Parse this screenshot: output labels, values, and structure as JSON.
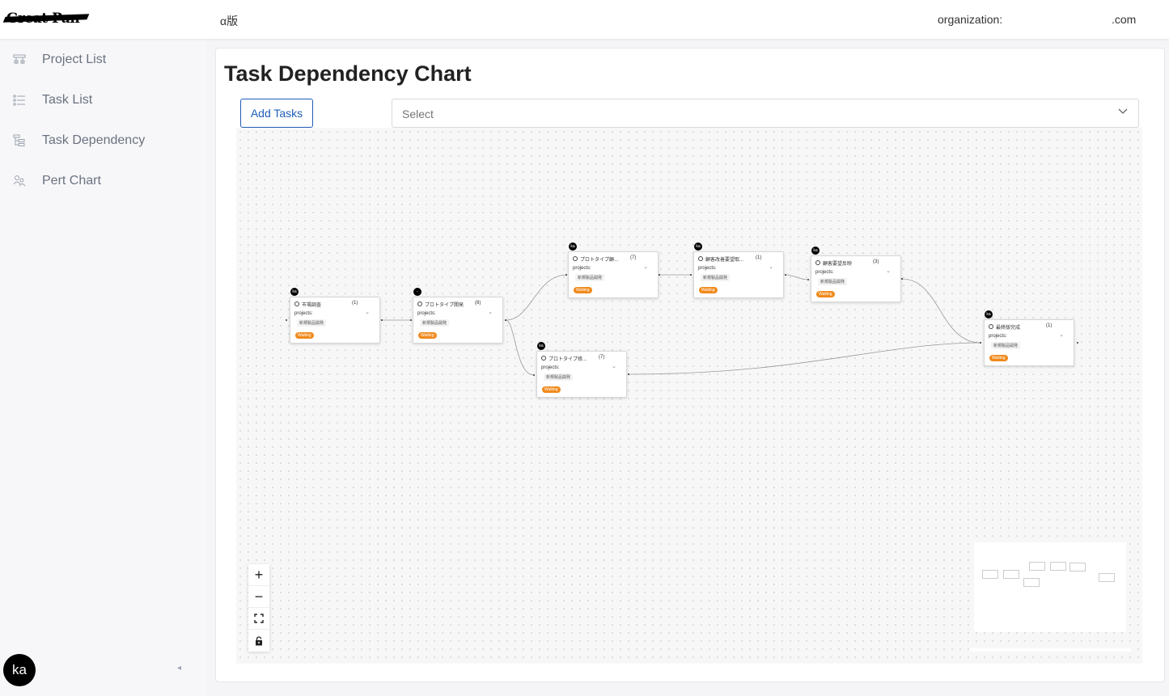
{
  "header": {
    "logo_text": "Great Pan",
    "version_label": "α版",
    "organization_label": "organization:",
    "organization_domain": ".com"
  },
  "sidebar": {
    "items": [
      {
        "label": "Project List",
        "icon": "hierarchy-icon"
      },
      {
        "label": "Task List",
        "icon": "list-icon"
      },
      {
        "label": "Task Dependency",
        "icon": "tree-icon"
      },
      {
        "label": "Pert Chart",
        "icon": "people-icon"
      }
    ],
    "avatar": "ka",
    "collapse_icon": "◂"
  },
  "main": {
    "title": "Task Dependency Chart",
    "add_button": "Add Tasks",
    "select_placeholder": "Select"
  },
  "nodes": [
    {
      "name": "市場調査",
      "count": "(1)",
      "projects_label": "projects:",
      "project": "新規製品開発",
      "status": "Waiting",
      "owner": "ka"
    },
    {
      "name": "プロトタイプ開発",
      "count": "(8)",
      "projects_label": "projects:",
      "project": "新規製品開発",
      "status": "Waiting",
      "owner": "-"
    },
    {
      "name": "プロトタイプ顧...",
      "count": "(7)",
      "projects_label": "projects:",
      "project": "新規製品開発",
      "status": "Waiting",
      "owner": "ka"
    },
    {
      "name": "顧客改善要望取...",
      "count": "(1)",
      "projects_label": "projects:",
      "project": "新規製品開発",
      "status": "Waiting",
      "owner": "ka"
    },
    {
      "name": "顧客要望反映",
      "count": "(3)",
      "projects_label": "projects:",
      "project": "新規製品開発",
      "status": "Waiting",
      "owner": "ka"
    },
    {
      "name": "プロトタイプ修...",
      "count": "(7)",
      "projects_label": "projects:",
      "project": "新規製品開発",
      "status": "Waiting",
      "owner": "ka"
    },
    {
      "name": "最終版完成",
      "count": "(1)",
      "projects_label": "projects:",
      "project": "新規製品開発",
      "status": "Waiting",
      "owner": "ka"
    }
  ],
  "controls": {
    "zoom_in": "+",
    "zoom_out": "−"
  },
  "colors": {
    "accent": "#1e5eb8",
    "status_waiting": "#f08a1c"
  }
}
